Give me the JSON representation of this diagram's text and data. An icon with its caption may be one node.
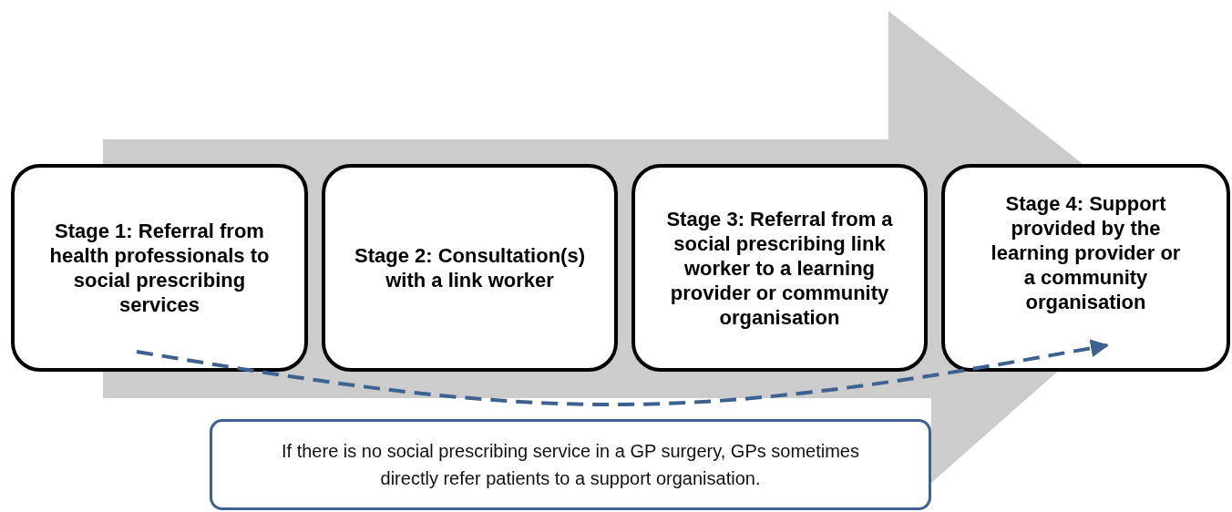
{
  "diagram": {
    "nodes": [
      {
        "text": [
          "Stage 1: Referral from health professionals to social prescribing services"
        ]
      },
      {
        "text": [
          "Stage 2: Consultation(s) with a link worker"
        ]
      },
      {
        "text": [
          "Stage 3: Referral from a social prescribing link worker to a learning provider or community organisation"
        ]
      },
      {
        "text": [
          "Stage 4: Support provided by the learning provider or a community organisation"
        ]
      },
      {
        "text": [
          "If there is no social prescribing service in a GP surgery, GPs sometimes directly refer patients to a support organisation."
        ]
      }
    ],
    "edges": [
      {
        "from": 0,
        "to": 3,
        "arrow": "to",
        "style": "dashed",
        "color": "#3d6190"
      },
      {
        "from": 0,
        "to": 3,
        "arrow": "to",
        "style": "thick",
        "color": "#cccccc"
      }
    ]
  }
}
